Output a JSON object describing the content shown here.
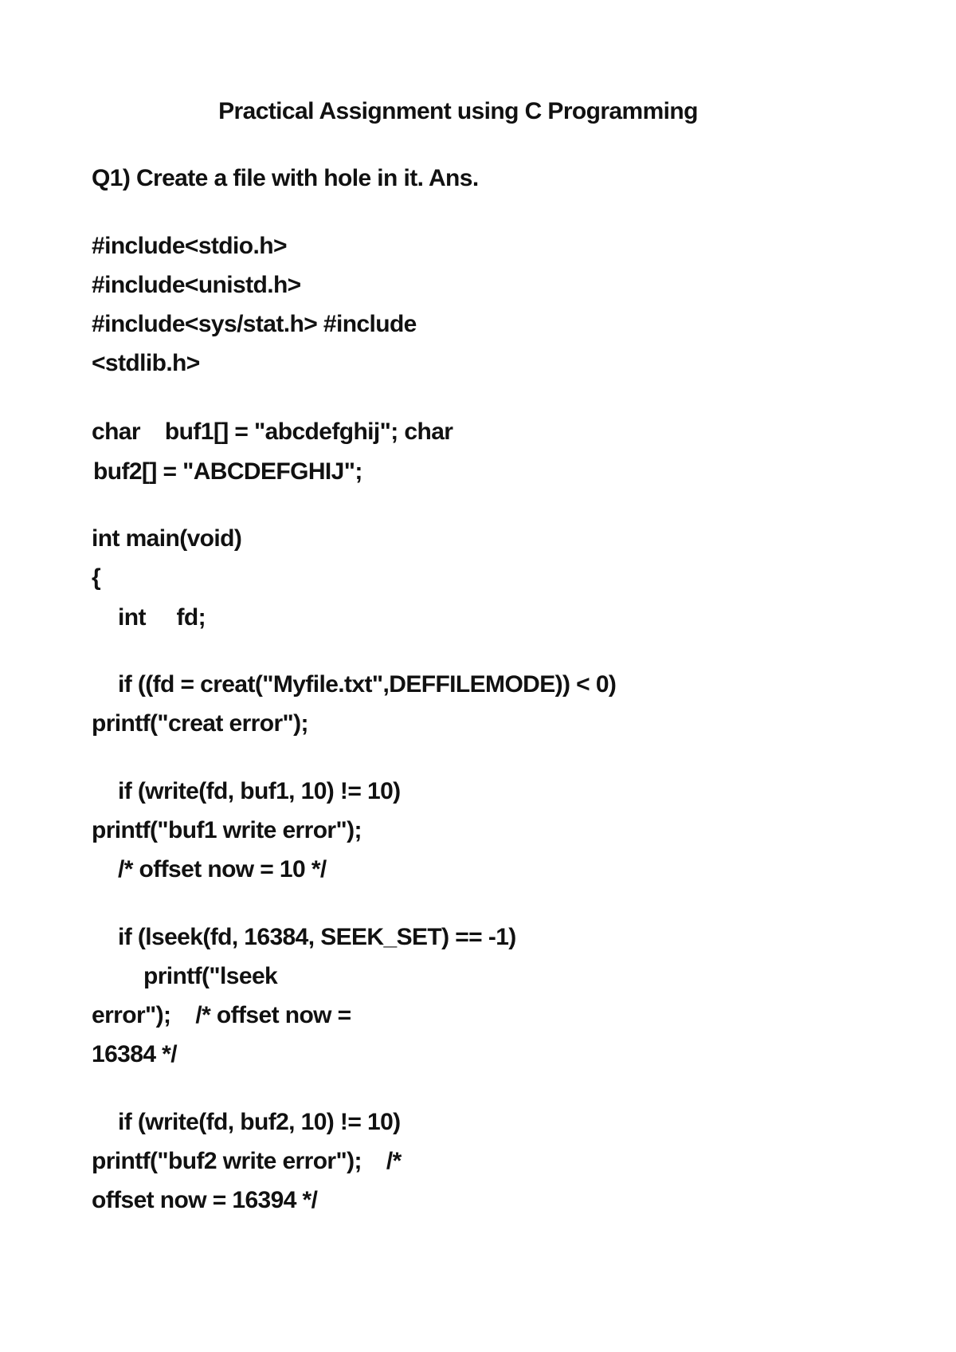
{
  "title": "Practical Assignment using C Programming",
  "question": "Q1) Create a file with hole in it. Ans.",
  "code_lines": [
    "#include<stdio.h>",
    "#include<unistd.h>",
    "#include<sys/stat.h> #include",
    "<stdlib.h>",
    "char    buf1[] = \"abcdefghij\"; char",
    "buf2[] = \"ABCDEFGHIJ\";",
    "int main(void)",
    "{",
    "int     fd;",
    "if ((fd = creat(\"Myfile.txt\",DEFFILEMODE)) < 0)",
    "printf(\"creat error\");",
    "if (write(fd, buf1, 10) != 10)",
    "printf(\"buf1 write error\");",
    "/* offset now = 10 */",
    "if (lseek(fd, 16384, SEEK_SET) == -1)",
    "printf(\"lseek",
    "error\");    /* offset now =",
    "16384 */",
    "if (write(fd, buf2, 10) != 10)",
    "printf(\"buf2 write error\");    /*",
    "offset now = 16394 */"
  ]
}
